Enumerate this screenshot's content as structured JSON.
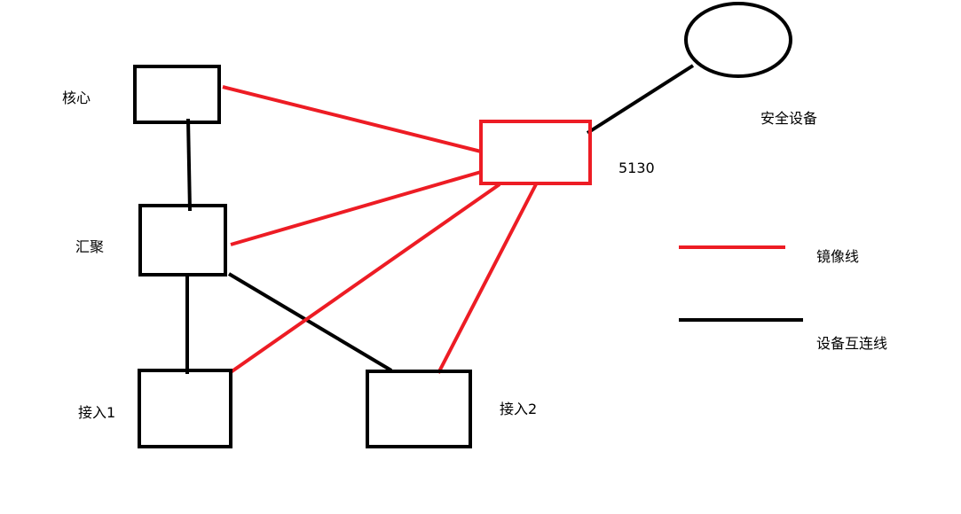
{
  "colors": {
    "mirror": "#ED1C24",
    "link": "#000000"
  },
  "nodes": {
    "core": "核心",
    "aggregation": "汇聚",
    "access1": "接入1",
    "access2": "接入2",
    "switch5130": "5130",
    "security": "安全设备"
  },
  "legend": {
    "mirror_line": "镜像线",
    "interconnect_line": "设备互连线"
  }
}
